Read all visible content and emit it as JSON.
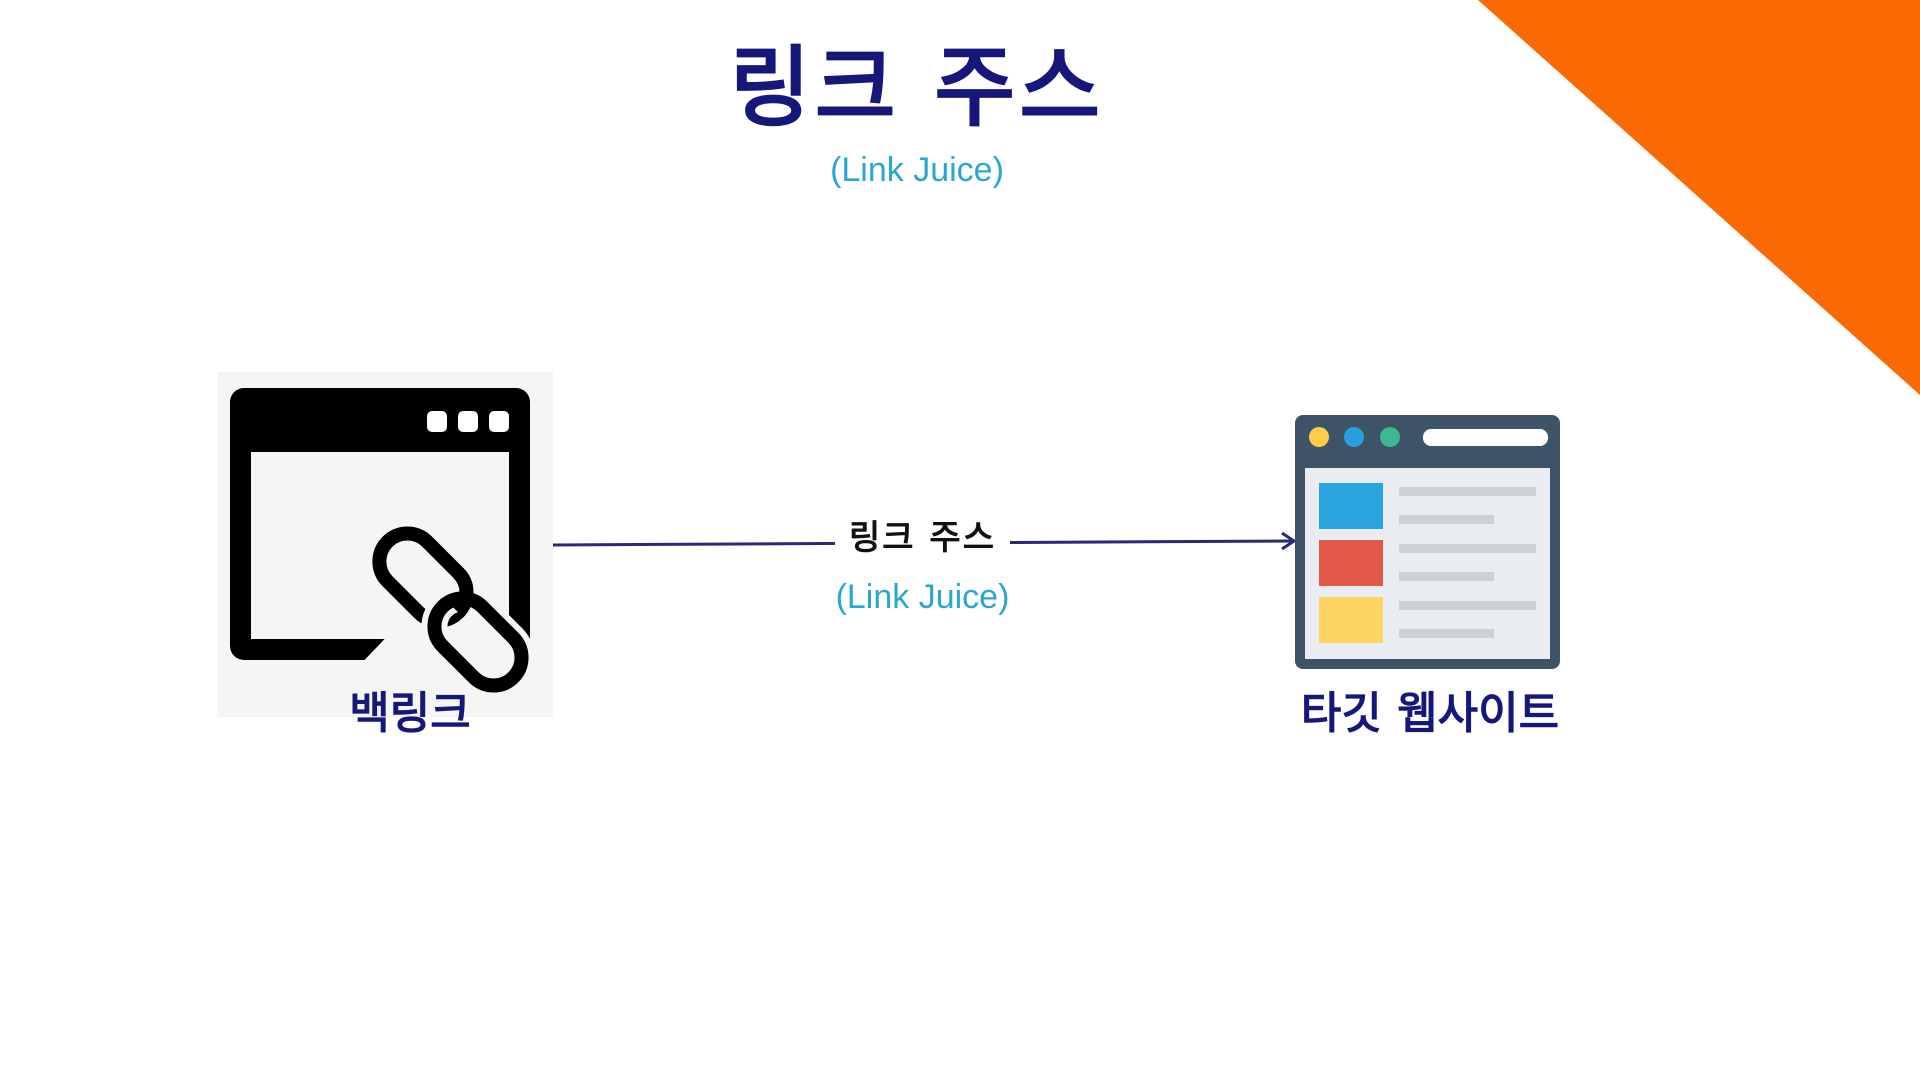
{
  "header": {
    "title": "링크 주스",
    "subtitle": "(Link Juice)"
  },
  "diagram": {
    "source": {
      "label": "백링크",
      "icon": "browser-window-link-icon"
    },
    "arrow": {
      "label": "링크 주스",
      "sublabel": "(Link Juice)"
    },
    "target": {
      "label": "타깃 웹사이트",
      "icon": "website-layout-icon"
    }
  },
  "colors": {
    "title": "#16177a",
    "subtitle": "#2aa6d3",
    "accent": "#f96a05",
    "arrow": "#2b2a78"
  }
}
